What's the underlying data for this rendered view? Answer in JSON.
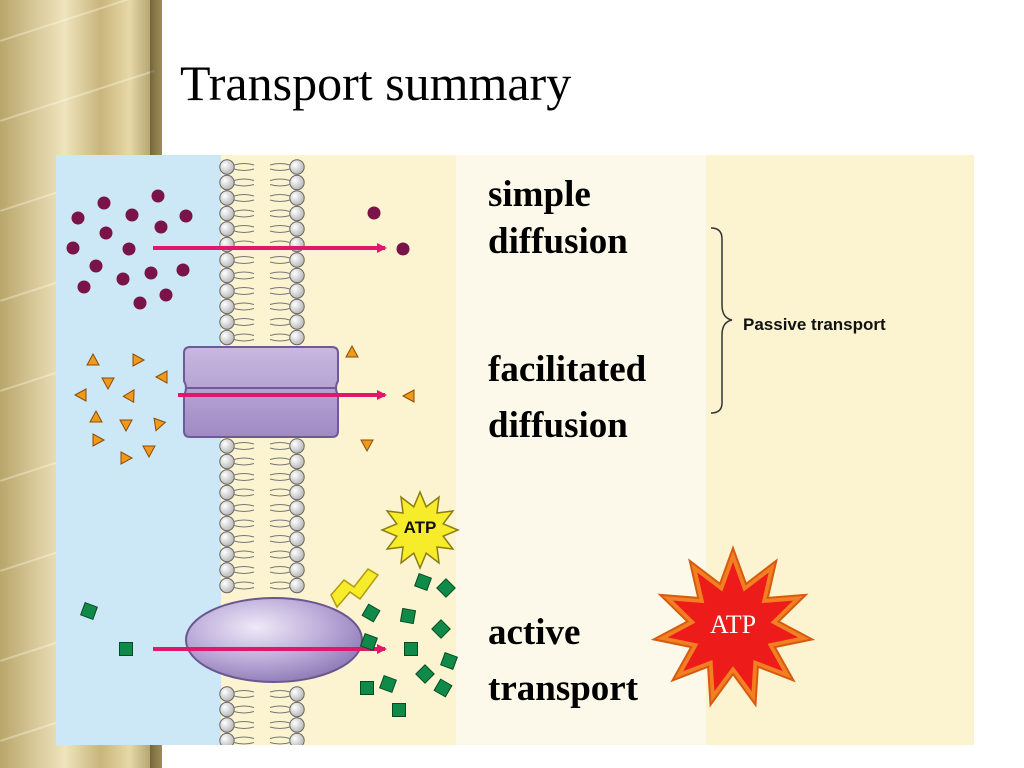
{
  "title": "Transport summary",
  "diagram": {
    "stages": [
      {
        "id": "simple",
        "line1": "simple",
        "line2": "diffusion"
      },
      {
        "id": "facilitated",
        "line1": "facilitated",
        "line2": "diffusion"
      },
      {
        "id": "active",
        "line1": "active",
        "line2": "transport"
      }
    ],
    "passive_label": "Passive transport",
    "atp_small": "ATP",
    "atp_large": "ATP"
  },
  "colors": {
    "extracellular": "#cce8f7",
    "intracellular": "#fcf4d0",
    "arrow": "#e0186c",
    "solute_dot": "#7a1448",
    "solute_triangle": "#f09a1c",
    "solute_square": "#0f8a48",
    "channel_protein": "#b9a2d2",
    "pump_protein": "#b8a6d6",
    "atp_star": "#ee1b1b",
    "atp_star_outer": "#f28022",
    "lightning": "#f6ec2a"
  }
}
